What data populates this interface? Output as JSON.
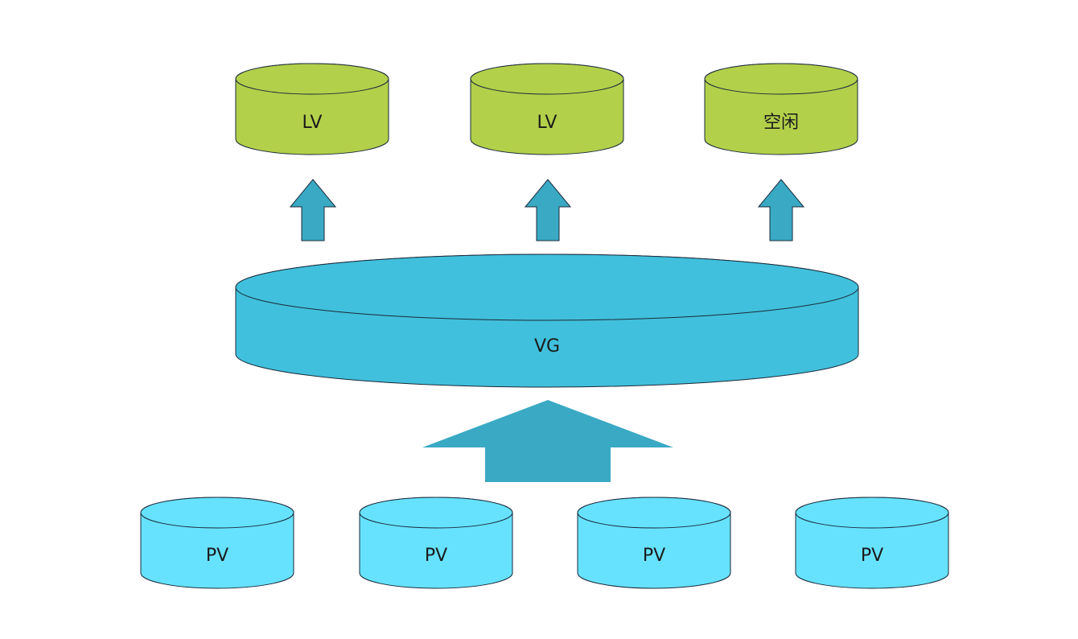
{
  "diagram": {
    "colors": {
      "lv_fill": "#b3d04a",
      "vg_fill": "#40c0dc",
      "pv_fill": "#66e2fe",
      "arrow_fill": "#39a9c4",
      "stroke": "#1a2a3a"
    },
    "lv_row": [
      {
        "label": "LV"
      },
      {
        "label": "LV"
      },
      {
        "label": "空闲"
      }
    ],
    "vg": {
      "label": "VG"
    },
    "pv_row": [
      {
        "label": "PV"
      },
      {
        "label": "PV"
      },
      {
        "label": "PV"
      },
      {
        "label": "PV"
      }
    ],
    "arrows": {
      "small_up_count": 3,
      "big_up_count": 1
    }
  }
}
